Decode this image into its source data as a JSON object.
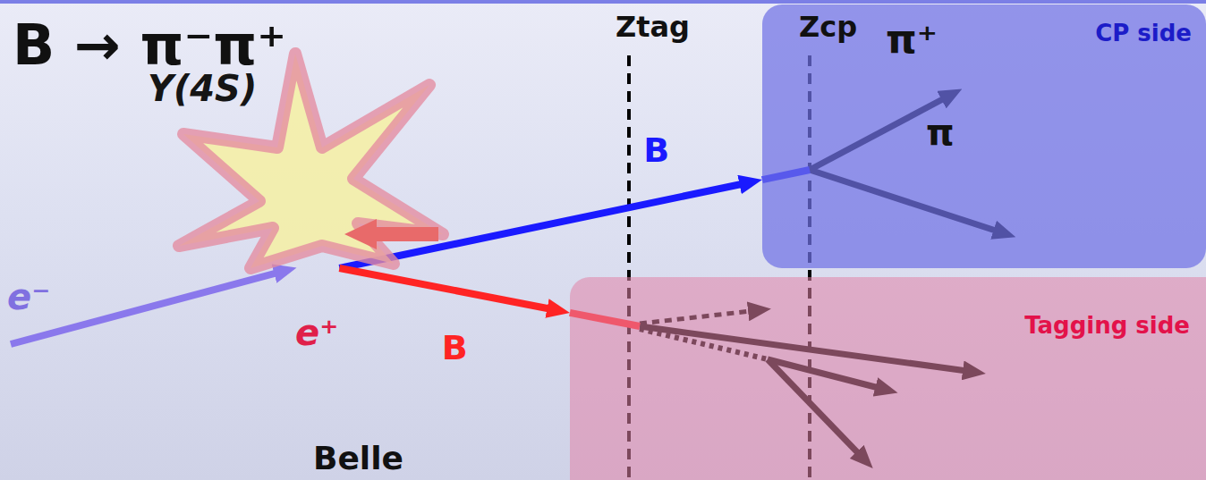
{
  "diagram": {
    "title": "B → π⁻π⁺",
    "nodes": [
      {
        "text": [
          "CP side"
        ]
      },
      {
        "text": [
          "Υ(4S)"
        ]
      },
      {
        "text": [
          "Tagging side"
        ]
      }
    ],
    "edges": [
      {
        "from": 1,
        "to": 0,
        "arrow": "to",
        "label": "B"
      },
      {
        "from": 1,
        "to": 2,
        "arrow": "to",
        "label": "B"
      }
    ],
    "labels": [
      "Ztag",
      "Zcp",
      "π⁺",
      "π",
      "e⁻",
      "e⁺",
      "Belle"
    ]
  }
}
